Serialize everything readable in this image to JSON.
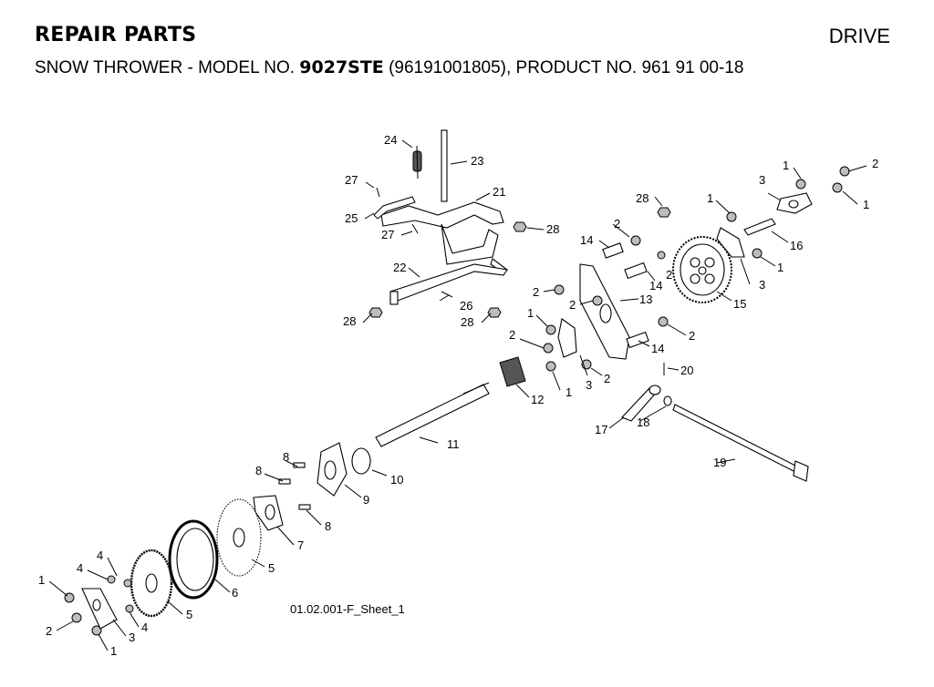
{
  "header": {
    "left": "REPAIR PARTS",
    "right": "DRIVE",
    "subtitle_a": "SNOW THROWER - MODEL NO. ",
    "subtitle_model": "9027STE",
    "subtitle_b": " (96191001805), PRODUCT NO. 961 91 00-18"
  },
  "sheet_ref": "01.02.001-F_Sheet_1",
  "callouts": [
    "1",
    "2",
    "3",
    "4",
    "5",
    "6",
    "7",
    "8",
    "9",
    "10",
    "11",
    "12",
    "13",
    "14",
    "15",
    "16",
    "17",
    "18",
    "19",
    "20",
    "21",
    "22",
    "23",
    "24",
    "25",
    "26",
    "27",
    "28"
  ]
}
